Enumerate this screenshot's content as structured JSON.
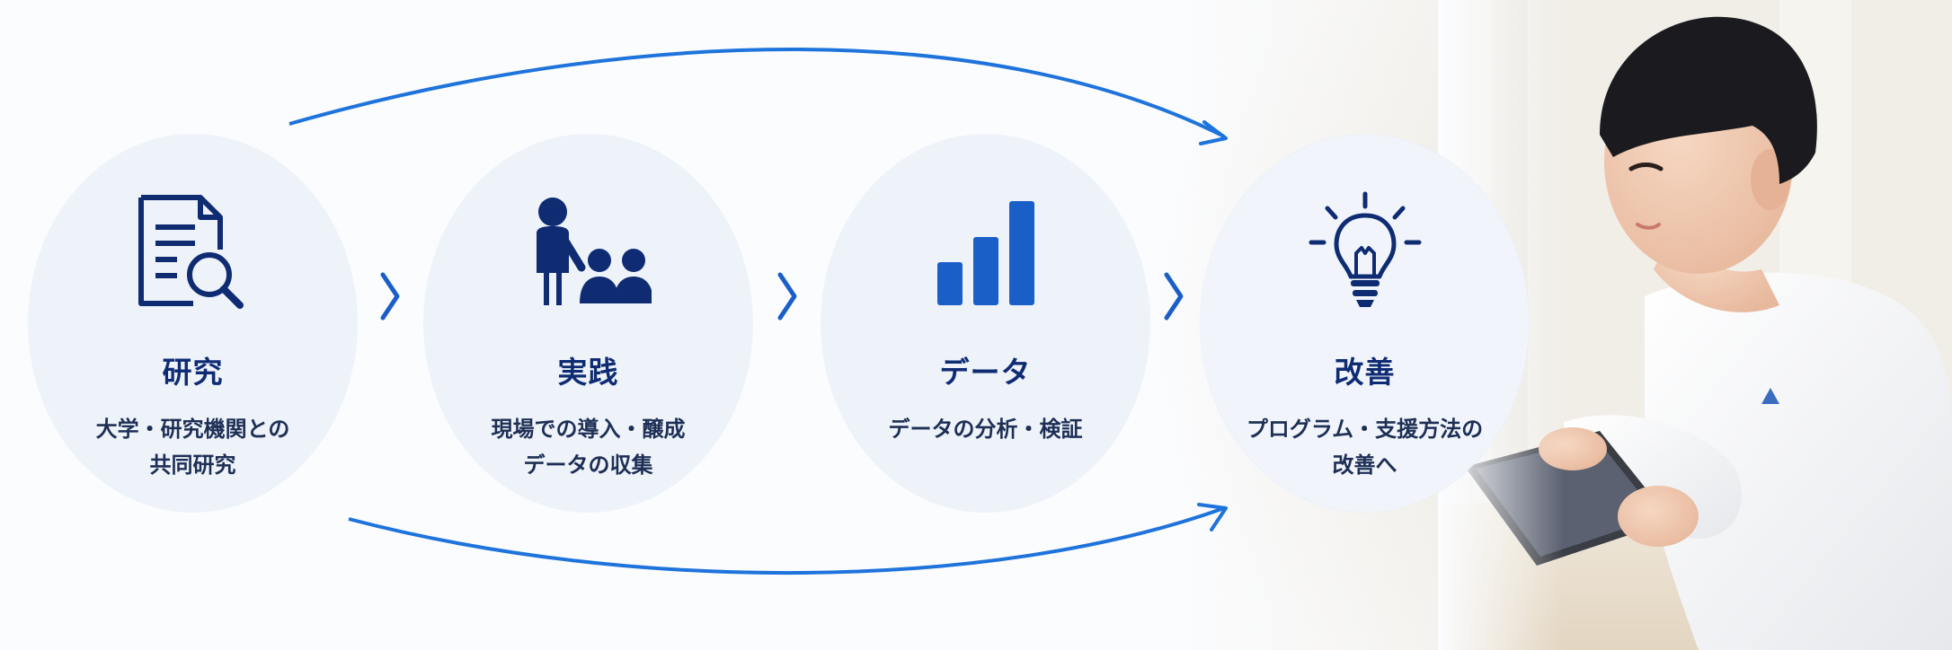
{
  "stages": [
    {
      "title": "研究",
      "desc": [
        "大学・研究機関との",
        "共同研究"
      ],
      "icon": "document-search-icon"
    },
    {
      "title": "実践",
      "desc": [
        "現場での導入・醸成",
        "データの収集"
      ],
      "icon": "people-group-icon"
    },
    {
      "title": "データ",
      "desc": [
        "データの分析・検証"
      ],
      "icon": "bar-chart-icon"
    },
    {
      "title": "改善",
      "desc": [
        "プログラム・支援方法の",
        "改善へ"
      ],
      "icon": "lightbulb-icon"
    }
  ],
  "colors": {
    "navy": "#0f2c73",
    "blue": "#1a5fc8",
    "bright_blue": "#1e73dc",
    "circle": "#eef3fa"
  },
  "photo": {
    "icon": "child-with-tablet-photo"
  }
}
